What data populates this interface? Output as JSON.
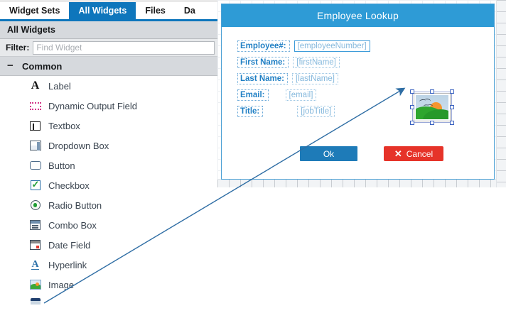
{
  "left_panel": {
    "tabs": [
      {
        "label": "Widget Sets",
        "active": false
      },
      {
        "label": "All Widgets",
        "active": true
      },
      {
        "label": "Files",
        "active": false
      },
      {
        "label": "Da",
        "active": false
      }
    ],
    "panel_title": "All Widgets",
    "filter": {
      "label": "Filter:",
      "placeholder": "Find Widget",
      "value": ""
    },
    "group": {
      "collapse_glyph": "−",
      "label": "Common"
    },
    "widgets": [
      {
        "label": "Label",
        "icon": "label-icon"
      },
      {
        "label": "Dynamic Output Field",
        "icon": "dynamic-output-field-icon"
      },
      {
        "label": "Textbox",
        "icon": "textbox-icon"
      },
      {
        "label": "Dropdown Box",
        "icon": "dropdown-box-icon"
      },
      {
        "label": "Button",
        "icon": "button-icon"
      },
      {
        "label": "Checkbox",
        "icon": "checkbox-icon"
      },
      {
        "label": "Radio Button",
        "icon": "radio-button-icon"
      },
      {
        "label": "Combo Box",
        "icon": "combo-box-icon"
      },
      {
        "label": "Date Field",
        "icon": "date-field-icon"
      },
      {
        "label": "Hyperlink",
        "icon": "hyperlink-icon"
      },
      {
        "label": "Image",
        "icon": "image-icon"
      }
    ]
  },
  "dialog": {
    "title": "Employee Lookup",
    "fields": [
      {
        "label": "Employee#:",
        "value": "[employeeNumber]",
        "selected": true
      },
      {
        "label": "First Name:",
        "value": "[firstName]",
        "selected": false
      },
      {
        "label": "Last Name:",
        "value": "[lastName]",
        "selected": false
      },
      {
        "label": "Email:",
        "value": "[email]",
        "selected": false
      },
      {
        "label": "Title:",
        "value": "[jobTitle]",
        "selected": false
      }
    ],
    "image_widget": {
      "name": "image-widget",
      "selected": true,
      "handle_count": 8
    },
    "buttons": {
      "ok": "Ok",
      "cancel": "Cancel",
      "cancel_glyph": "✕"
    }
  },
  "colors": {
    "active_tab": "#0e76bc",
    "dialog_header": "#2e9bd6",
    "ok_button": "#1e7bb8",
    "cancel_button": "#e63329",
    "field_label_text": "#1f7fc4",
    "field_value_text": "#86b9dd",
    "arrow": "#2e6da4",
    "handle_border": "#3a62c0"
  },
  "annotation": {
    "type": "arrow",
    "from_label": "image-widget-list-item",
    "to_label": "image-widget-on-canvas"
  }
}
